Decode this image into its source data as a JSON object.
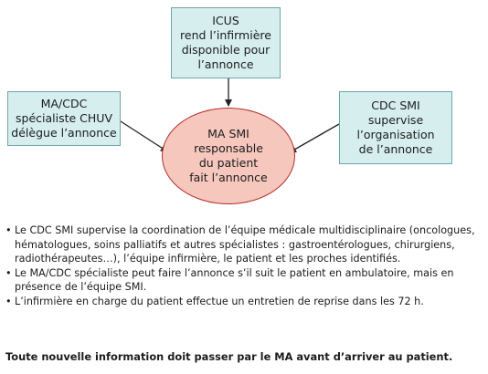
{
  "diagram": {
    "top_box": {
      "lines": [
        "ICUS",
        "rend l’infirmière",
        "disponible pour",
        "l’annonce"
      ]
    },
    "left_box": {
      "lines": [
        "MA/CDC",
        "spécialiste CHUV",
        "délègue l’annonce"
      ]
    },
    "right_box": {
      "lines": [
        "CDC SMI",
        "supervise",
        "l’organisation",
        "de l’annonce"
      ]
    },
    "center_ellipse": {
      "lines": [
        "MA SMI",
        "responsable",
        "du patient",
        "fait l’annonce"
      ]
    },
    "colors": {
      "box_fill": "#d6eeee",
      "box_border": "#6fa7a8",
      "ellipse_fill": "#f6c7bd",
      "ellipse_border": "#b3302d",
      "arrow": "#222222"
    }
  },
  "bullets": [
    "Le CDC SMI supervise la coordination de l’équipe médicale multidisciplinaire (oncologues, hématologues, soins palliatifs et autres spécialistes : gastroenté­rologues, chirurgiens, radiothérapeutes…), l’équipe infirmière, le patient et les proches identifiés.",
    "Le MA/CDC spécialiste peut faire l’annonce s’il suit le patient en ambulatoire, mais en présence de l’équipe SMI.",
    "L’infirmière en charge du patient effectue un entretien de reprise dans les 72 h."
  ],
  "bullet_symbol": "•",
  "footer_note": "Toute nouvelle information doit passer par le MA avant d’arriver au patient."
}
